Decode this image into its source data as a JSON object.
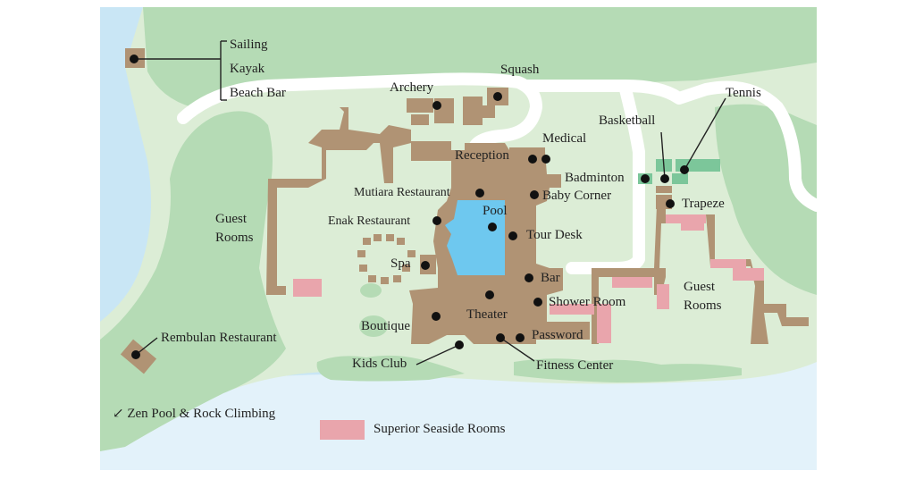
{
  "labels": {
    "sailing": "Sailing",
    "kayak": "Kayak",
    "beach_bar": "Beach Bar",
    "squash": "Squash",
    "archery": "Archery",
    "tennis": "Tennis",
    "basketball": "Basketball",
    "medical": "Medical",
    "reception": "Reception",
    "badminton": "Badminton",
    "mutiara_restaurant": "Mutiara Restaurant",
    "baby_corner": "Baby Corner",
    "trapeze": "Trapeze",
    "guest_rooms_left": [
      "Guest",
      "Rooms"
    ],
    "pool": "Pool",
    "enak_restaurant": "Enak Restaurant",
    "tour_desk": "Tour Desk",
    "spa": "Spa",
    "bar": "Bar",
    "guest_rooms_right": [
      "Guest",
      "Rooms"
    ],
    "shower_room": "Shower Room",
    "theater": "Theater",
    "boutique": "Boutique",
    "password": "Password",
    "rembulan_restaurant": "Rembulan Restaurant",
    "kids_club": "Kids Club",
    "fitness_center": "Fitness Center",
    "zen_pool": "↙ Zen Pool & Rock Climbing"
  },
  "legend": {
    "superior_seaside_rooms": "Superior Seaside Rooms"
  },
  "colors": {
    "sea": "#c9e6f5",
    "sea_light": "#e3f2fa",
    "land": "#dcedd6",
    "forest": "#b5dbb5",
    "path": "#ffffff",
    "building": "#b09374",
    "pool": "#6ec8ef",
    "seaside_rooms": "#e9a5ac",
    "sports_court": "#7cc69a",
    "marker": "#111111"
  }
}
